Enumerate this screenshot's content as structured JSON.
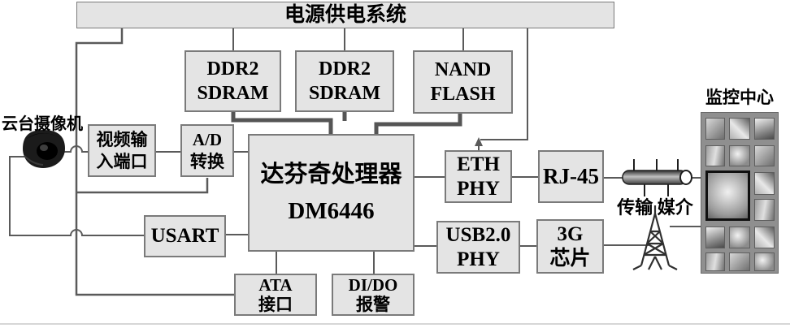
{
  "blocks": {
    "power": {
      "label": "电源供电系统"
    },
    "ddr2_a": {
      "line1": "DDR2",
      "line2": "SDRAM"
    },
    "ddr2_b": {
      "line1": "DDR2",
      "line2": "SDRAM"
    },
    "nand": {
      "line1": "NAND",
      "line2": "FLASH"
    },
    "video_in": {
      "line1": "视频输",
      "line2": "入端口"
    },
    "adc": {
      "line1": "A/D",
      "line2": "转换"
    },
    "processor": {
      "line1": "达芬奇处理器",
      "line2": "DM6446"
    },
    "usart": {
      "label": "USART"
    },
    "ata": {
      "line1": "ATA",
      "line2": "接口"
    },
    "dido": {
      "line1": "DI/DO",
      "line2": "报警"
    },
    "eth_phy": {
      "line1": "ETH",
      "line2": "PHY"
    },
    "usb_phy": {
      "line1": "USB2.0",
      "line2": "PHY"
    },
    "rj45": {
      "label": "RJ-45"
    },
    "chip_3g": {
      "line1": "3G",
      "line2": "芯片"
    }
  },
  "labels": {
    "camera": "云台摄像机",
    "medium": "传输 媒介",
    "monitor": "监控中心"
  },
  "colors": {
    "box_fill": "#e4e4e4",
    "box_border": "#7a7a7a",
    "wire": "#5a5a5a",
    "text": "#000000",
    "montage_bg": "#8f8f8f"
  }
}
